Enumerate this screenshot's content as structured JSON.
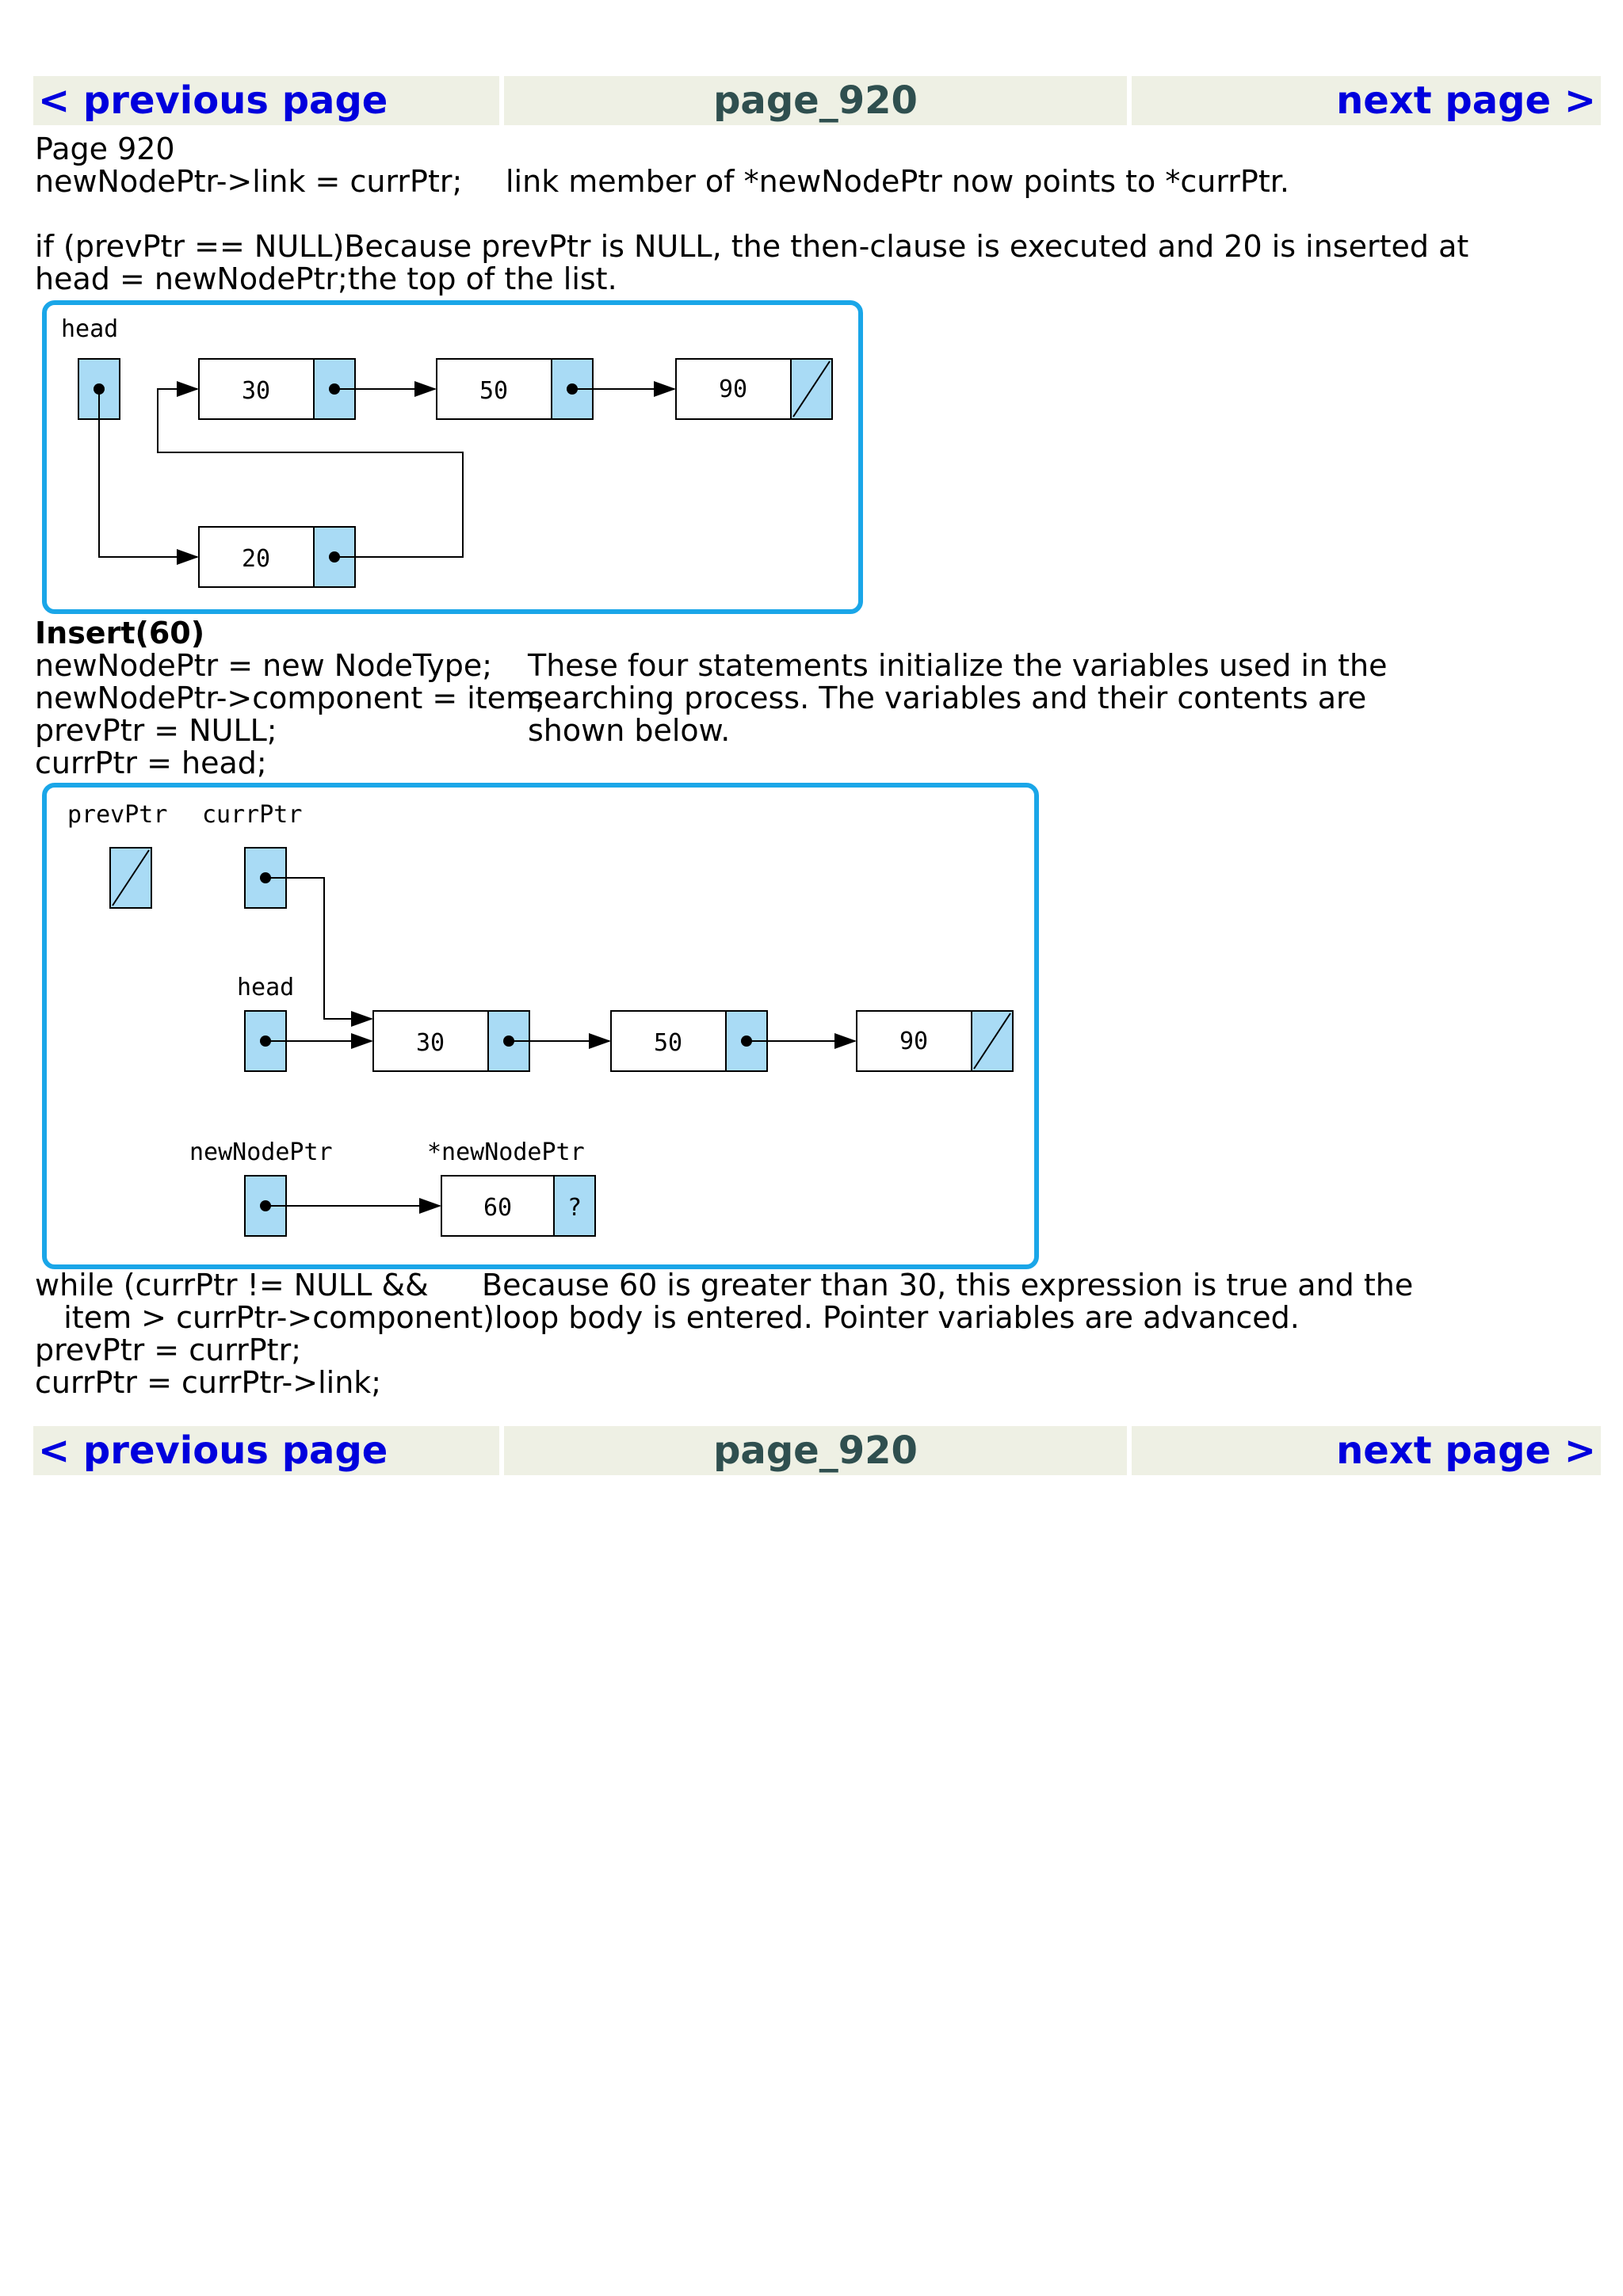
{
  "nav": {
    "prev": "< previous page",
    "title": "page_920",
    "next": "next page >"
  },
  "text": {
    "page_label": "Page 920",
    "s1_code": "newNodePtr->link = currPtr;",
    "s1_desc": "link member of *newNodePtr now points to *currPtr.",
    "s2_code1": "if (prevPtr == NULL)",
    "s2_desc1": "Because prevPtr is NULL, the then-clause is executed and 20 is inserted at",
    "s2_code2": "head = newNodePtr;",
    "s2_desc2": "the top of the list.",
    "insert_heading": "Insert(60)",
    "s3_code1": "newNodePtr = new NodeType;",
    "s3_desc1": "These four statements initialize the variables used in the",
    "s3_code2": "newNodePtr->component = item;",
    "s3_desc2": "searching process. The variables and their contents are",
    "s3_code3": "prevPtr = NULL;",
    "s3_desc3": "shown below.",
    "s3_code4": "currPtr = head;",
    "s4_code1": "while (currPtr != NULL &&",
    "s4_desc1": "Because 60 is greater than 30, this expression is true and the",
    "s4_code2": "   item > currPtr->component)",
    "s4_desc2": "loop body is entered. Pointer variables are advanced.",
    "s4_code3": "prevPtr = currPtr;",
    "s4_code4": "currPtr = currPtr->link;"
  },
  "figure1": {
    "head_label": "head",
    "nodes": [
      "30",
      "50",
      "90"
    ],
    "new_node": "20"
  },
  "figure2": {
    "prev_label": "prevPtr",
    "curr_label": "currPtr",
    "head_label": "head",
    "nodes": [
      "30",
      "50",
      "90"
    ],
    "newptr_label": "newNodePtr",
    "newnode_label": "*newNodePtr",
    "new_value": "60",
    "new_link": "?"
  },
  "colors": {
    "border": "#1aa6e8",
    "cell_fill": "#a9dbf5",
    "nav_bg": "#eef0e4",
    "nav_link": "#0000dd",
    "nav_title": "#2f4f4f"
  }
}
